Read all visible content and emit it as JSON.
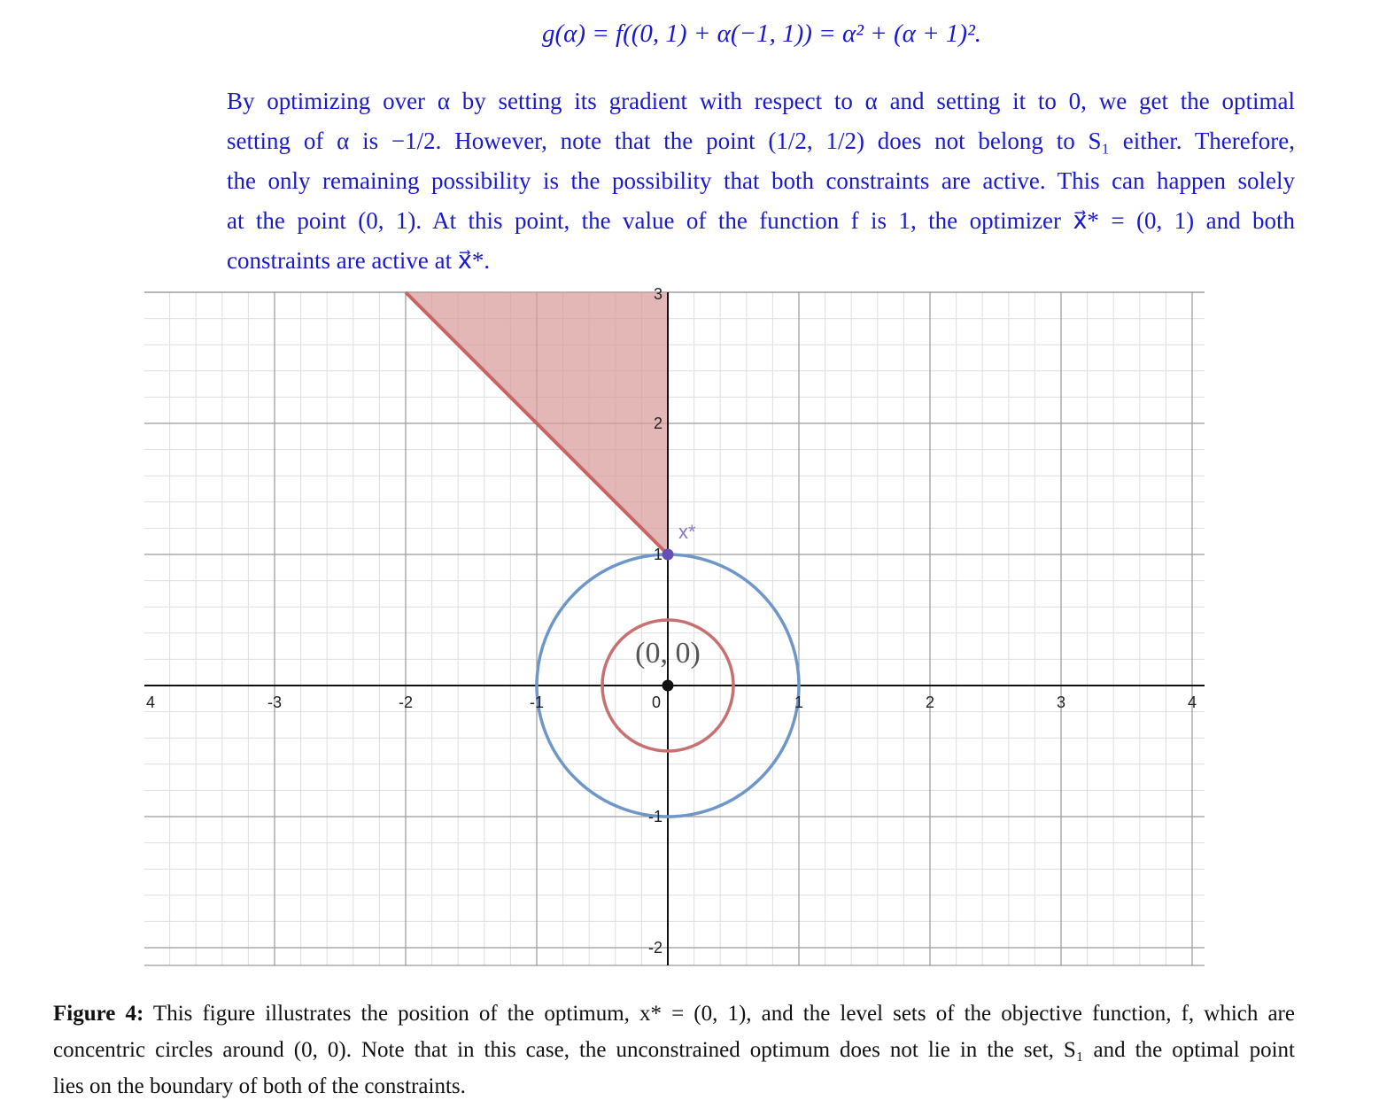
{
  "equation": "g(α) = f((0, 1) + α(−1, 1)) = α² + (α + 1)².",
  "paragraph": {
    "lines": [
      "By optimizing over α by setting its gradient with respect to α and setting it to 0, we get the optimal",
      "setting of α is −1/2. However, note that the point (1/2, 1/2) does not belong to S₁ either. Therefore,",
      "the only remaining possibility is the possibility that both constraints are active. This can happen solely",
      "at the point (0, 1). At this point, the value of the function f is 1, the optimizer x⃗* = (0, 1) and both",
      "constraints are active at x⃗*."
    ]
  },
  "chart_data": {
    "type": "scatter",
    "xlim": [
      -4,
      4.04
    ],
    "ylim": [
      -2.2,
      3
    ],
    "grid": true,
    "x_ticks": [
      "4",
      "-3",
      "-2",
      "-1",
      "0",
      "1",
      "2",
      "3",
      "4"
    ],
    "x_tick_values": [
      -4,
      -3,
      -2,
      -1,
      0,
      1,
      2,
      3,
      4
    ],
    "y_ticks": [
      "-2",
      "-1",
      "1",
      "2",
      "3"
    ],
    "y_tick_values": [
      -2,
      -1,
      1,
      2,
      3
    ],
    "circles": [
      {
        "name": "level set radius 1",
        "cx": 0,
        "cy": 0,
        "r": 1,
        "color": "#6e96c8"
      },
      {
        "name": "level set radius 0.5",
        "cx": 0,
        "cy": 0,
        "r": 0.5,
        "color": "#c87070"
      }
    ],
    "region": {
      "vertices": [
        [
          0,
          1
        ],
        [
          -2,
          3
        ],
        [
          0,
          3
        ]
      ],
      "fill": "#d89898",
      "edge": "#c86464"
    },
    "points": [
      {
        "label": "x*",
        "x": 0,
        "y": 1,
        "color": "#6450b4"
      },
      {
        "label": "(0, 0)",
        "x": 0,
        "y": 0,
        "color": "#111111"
      }
    ]
  },
  "caption": {
    "label": "Figure 4:",
    "lines": [
      "This figure illustrates the position of the optimum, x* = (0, 1), and the level sets of the objective function, f, which are",
      "concentric circles around (0, 0). Note that in this case, the unconstrained optimum does not lie in the set, S₁ and the optimal point",
      "lies on the boundary of both of the constraints."
    ]
  }
}
